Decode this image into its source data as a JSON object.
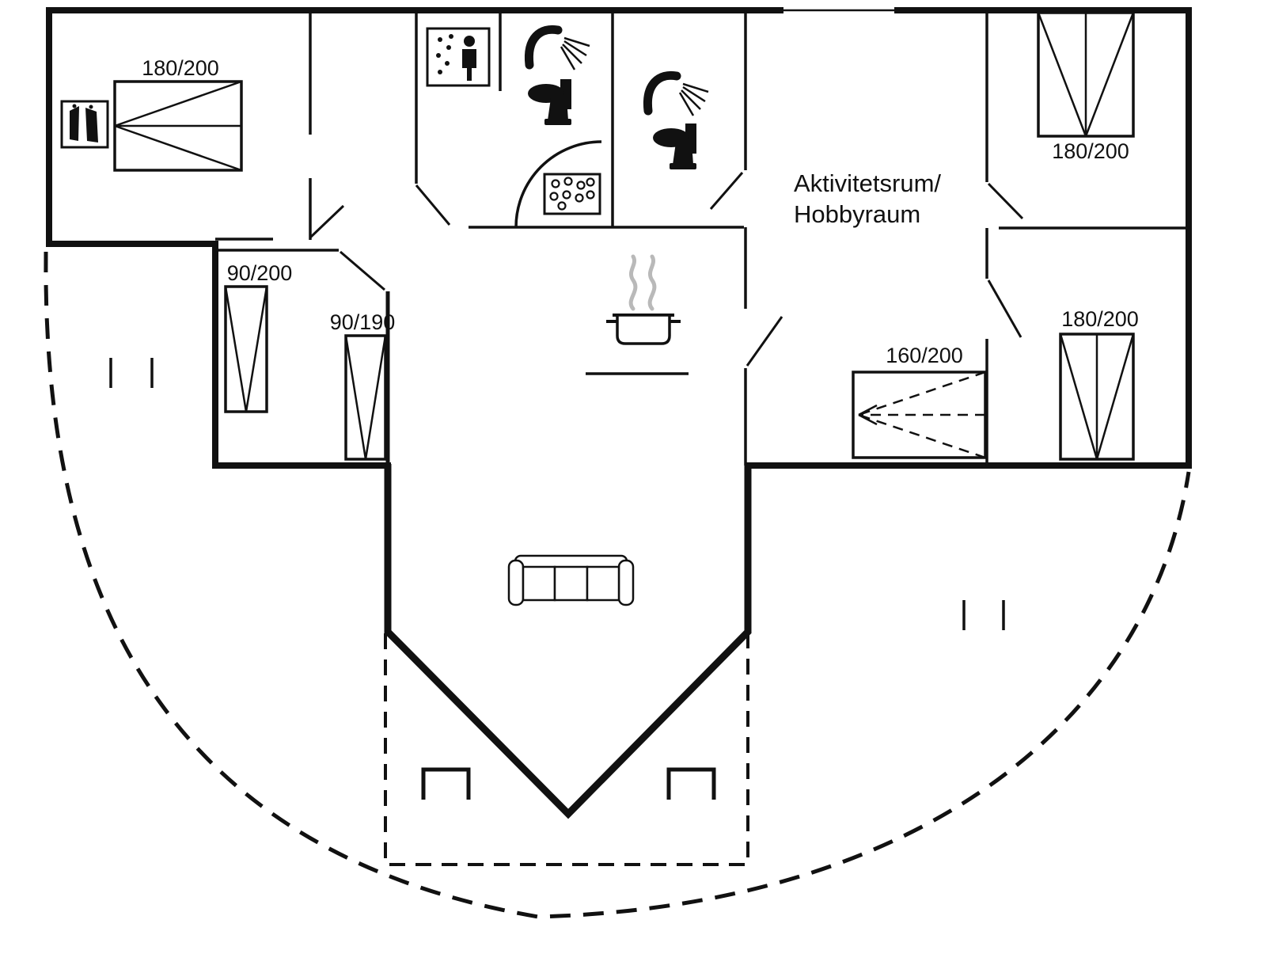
{
  "floor_plan": {
    "activity_room": {
      "line1": "Aktivitetsrum/",
      "line2": "Hobbyraum"
    },
    "beds": {
      "top_left": {
        "label": "180/200"
      },
      "top_right": {
        "label": "180/200"
      },
      "middle_right": {
        "label": "180/200"
      },
      "guest": {
        "label": "160/200"
      },
      "single_left": {
        "label": "90/200"
      },
      "single_mid": {
        "label": "90/190"
      }
    },
    "icons": [
      "wardrobe-icon",
      "washing-machine-icon",
      "shower-icon",
      "toilet-icon",
      "shower-tray-icon",
      "stove-pot-icon",
      "sofa-icon"
    ],
    "colors": {
      "wall": "#111111",
      "steam": "#b9b9b9",
      "background": "#ffffff"
    }
  }
}
